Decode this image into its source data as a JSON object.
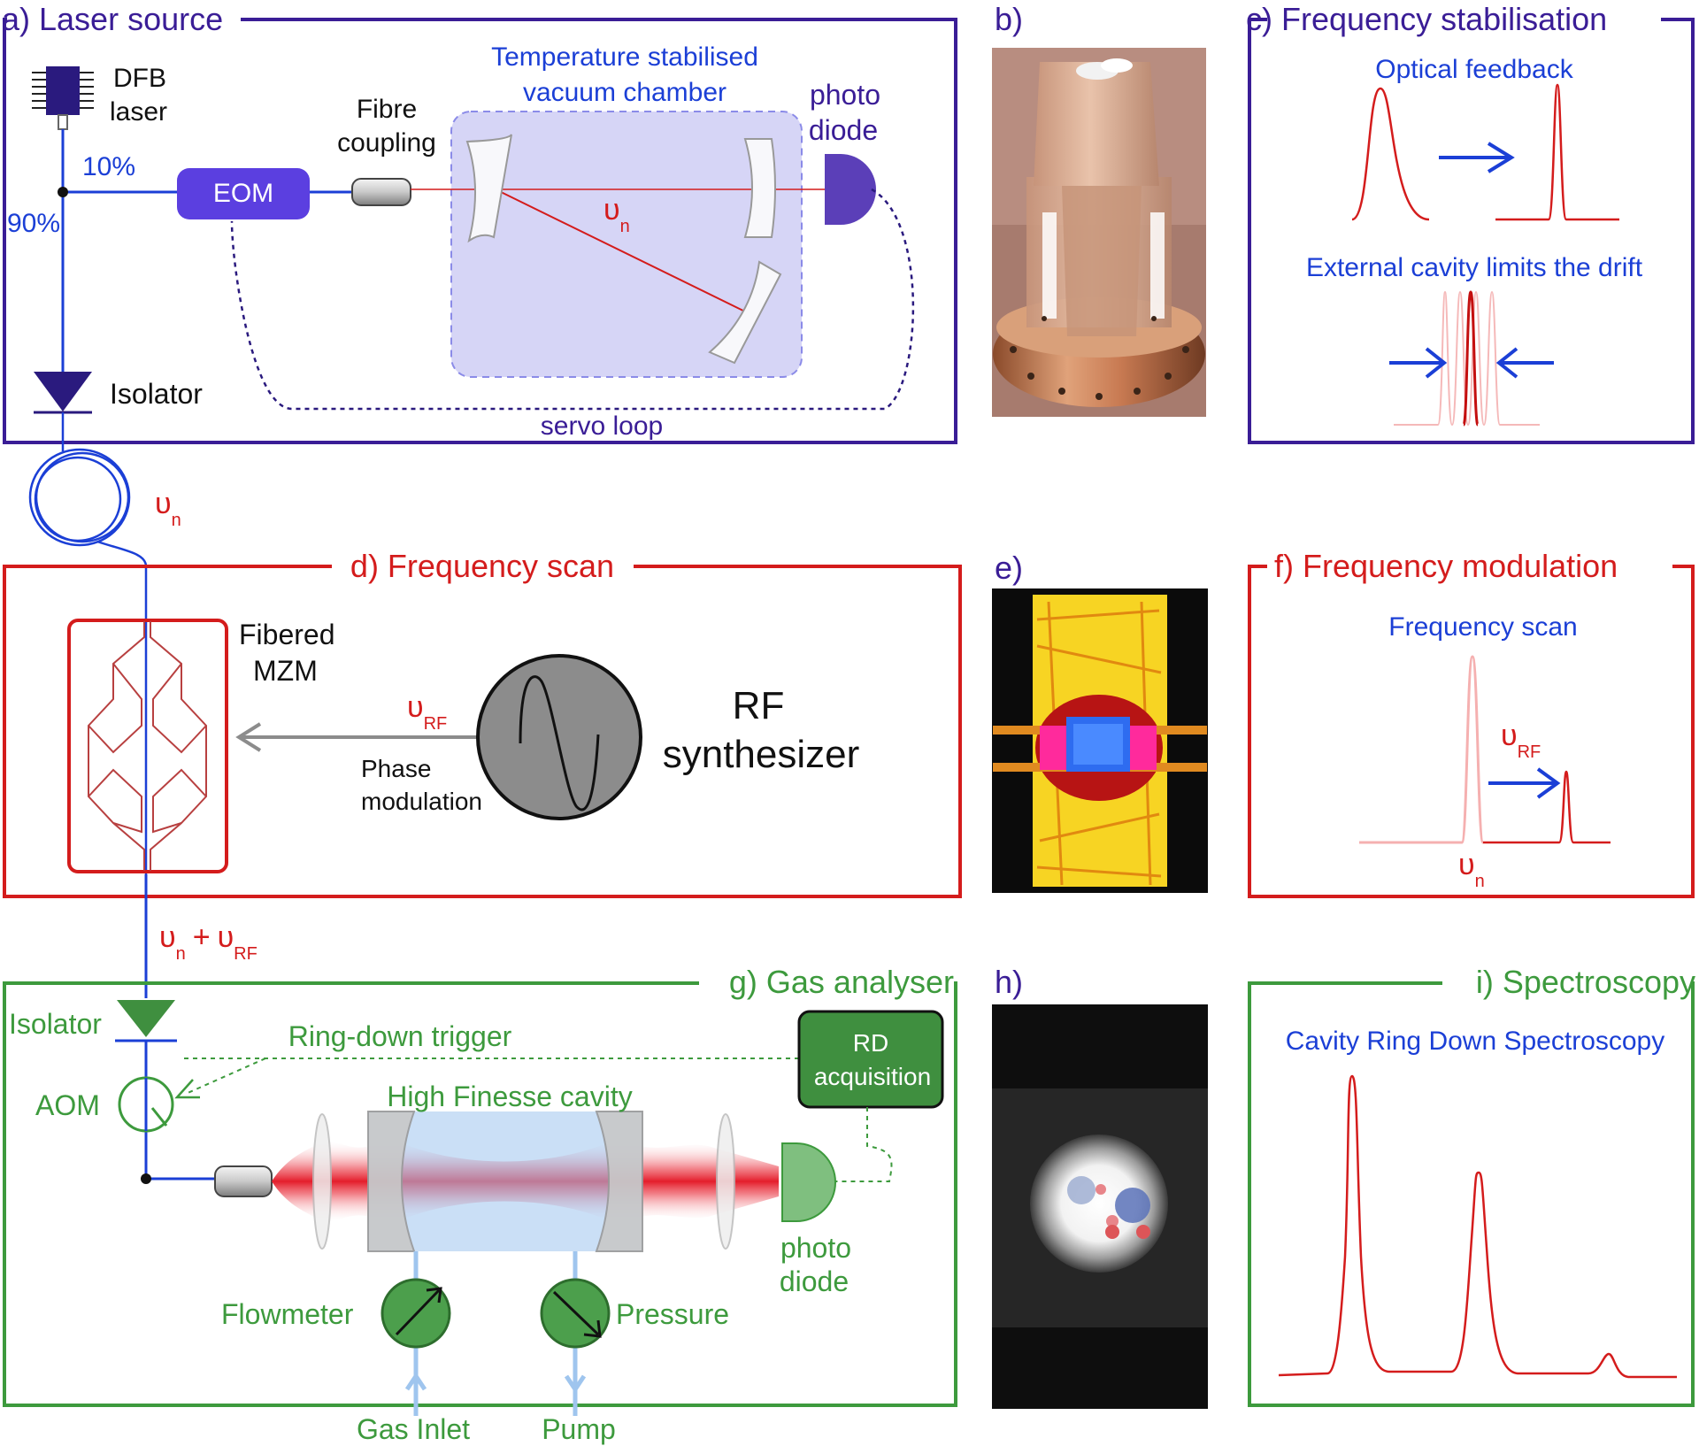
{
  "colors": {
    "purple": "#3a1d96",
    "blue": "#1b3fd6",
    "red": "#d41c1c",
    "green": "#3d9a3d",
    "dark_green": "#3f8f3f",
    "grey": "#8c8c8c",
    "pink": "#f2a0a0",
    "light_blue": "#9fc5ee",
    "chamber_fill": "#d6d5f6",
    "eom_fill": "#5b3fe0"
  },
  "panel_a": {
    "title": "a) Laser source",
    "dfb": [
      "DFB",
      "laser"
    ],
    "pct10": "10%",
    "pct90": "90%",
    "eom": "EOM",
    "fibre": [
      "Fibre",
      "coupling"
    ],
    "chamber": [
      "Temperature stabilised",
      "vacuum chamber"
    ],
    "photodiode": [
      "photo",
      "diode"
    ],
    "nu": "υ",
    "nu_sub": "n",
    "isolator": "Isolator",
    "servo": "servo loop"
  },
  "panel_b": {
    "title": "b)"
  },
  "panel_c": {
    "title": "c) Frequency stabilisation",
    "feedback": "Optical feedback",
    "drift": "External cavity limits the drift"
  },
  "fiber_label": {
    "nu": "υ",
    "sub": "n"
  },
  "panel_d": {
    "title": "d) Frequency scan",
    "mzm": [
      "Fibered",
      "MZM"
    ],
    "nu_rf": "υ",
    "nu_rf_sub": "RF",
    "phase": [
      "Phase",
      "modulation"
    ],
    "rf": [
      "RF",
      "synthesizer"
    ]
  },
  "panel_e": {
    "title": "e)"
  },
  "panel_f": {
    "title": "f) Frequency modulation",
    "scan": "Frequency scan",
    "nu_rf": "υ",
    "nu_rf_sub": "RF",
    "nu_n": "υ",
    "nu_n_sub": "n"
  },
  "sum_label": {
    "nu1": "υ",
    "sub1": "n",
    "plus": "+",
    "nu2": "υ",
    "sub2": "RF"
  },
  "panel_g": {
    "title": "g) Gas analyser",
    "isolator": "Isolator",
    "trigger": "Ring-down trigger",
    "rd": [
      "RD",
      "acquisition"
    ],
    "aom": "AOM",
    "cavity": "High Finesse cavity",
    "photodiode": [
      "photo",
      "diode"
    ],
    "flowmeter": "Flowmeter",
    "pressure": "Pressure",
    "gas_inlet": "Gas Inlet",
    "pump": "Pump"
  },
  "panel_h": {
    "title": "h)"
  },
  "panel_i": {
    "title": "i) Spectroscopy",
    "subtitle": "Cavity Ring Down Spectroscopy"
  }
}
